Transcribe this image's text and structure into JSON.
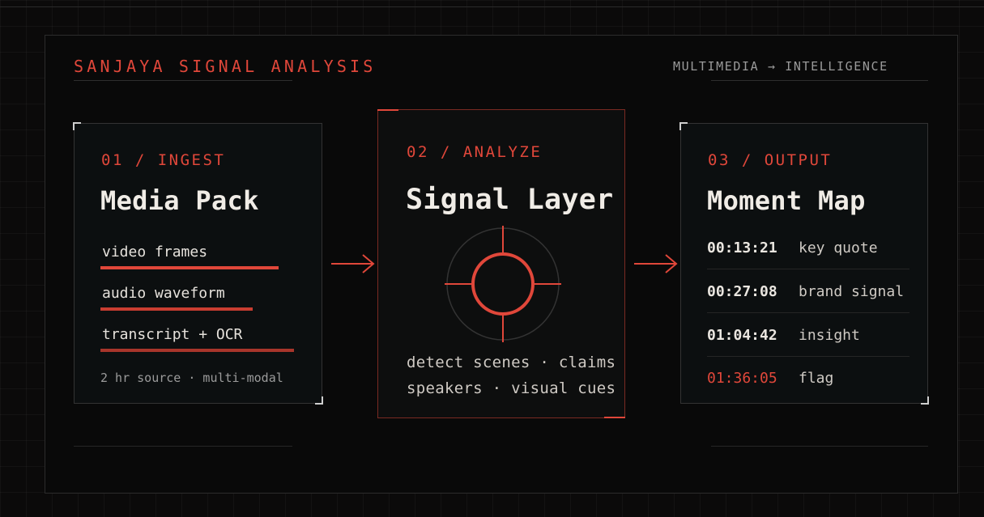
{
  "header": {
    "title": "SANJAYA SIGNAL ANALYSIS",
    "subtitle": "MULTIMEDIA → INTELLIGENCE"
  },
  "ingest": {
    "step": "01 / INGEST",
    "heading": "Media Pack",
    "items": [
      {
        "label": "video frames"
      },
      {
        "label": "audio waveform"
      },
      {
        "label": "transcript + OCR"
      }
    ],
    "note": "2 hr source · multi-modal"
  },
  "analyze": {
    "step": "02 / ANALYZE",
    "heading": "Signal Layer",
    "lines": [
      "detect scenes · claims",
      "speakers · visual cues"
    ]
  },
  "output": {
    "step": "03 / OUTPUT",
    "heading": "Moment Map",
    "rows": [
      {
        "time": "00:13:21",
        "label": "key quote"
      },
      {
        "time": "00:27:08",
        "label": "brand signal"
      },
      {
        "time": "01:04:42",
        "label": "insight"
      },
      {
        "time": "01:36:05",
        "label": "flag",
        "flag": true
      }
    ]
  },
  "colors": {
    "accent": "#e0473a",
    "background": "#0a0a0a",
    "text": "#f0ece6"
  },
  "icons": [
    "right-arrow-icon",
    "crosshair-target-icon"
  ]
}
